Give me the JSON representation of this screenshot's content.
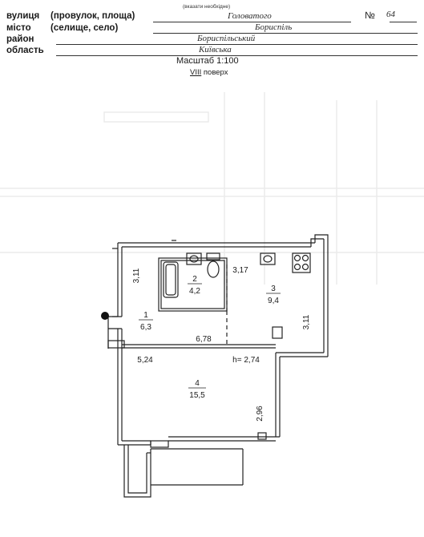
{
  "header": {
    "labels_left": {
      "street": "вулиця",
      "city": "місто",
      "district": "район",
      "region": "область"
    },
    "labels_sub": {
      "street_type": "(провулок, площа)",
      "city_type": "(селище, село)"
    },
    "note": "(вказати необхідне)",
    "values": {
      "street": "Головатого",
      "city": "Бориспіль",
      "district": "Бориспільський",
      "region": "Київська"
    },
    "number_label": "№",
    "number_value": "64"
  },
  "scale": "Масштаб 1:100",
  "floor": {
    "number": "VIII",
    "word": "поверх"
  },
  "plan": {
    "rooms": [
      {
        "id": "1",
        "area": "6,3"
      },
      {
        "id": "2",
        "area": "4,2"
      },
      {
        "id": "3",
        "area": "9,4"
      },
      {
        "id": "4",
        "area": "15,5"
      }
    ],
    "dimensions": {
      "d311_left": "3,11",
      "d317": "3,17",
      "d678": "6,78",
      "d524": "5,24",
      "height": "h= 2,74",
      "d311_right": "3,11",
      "d296": "2,96"
    }
  }
}
